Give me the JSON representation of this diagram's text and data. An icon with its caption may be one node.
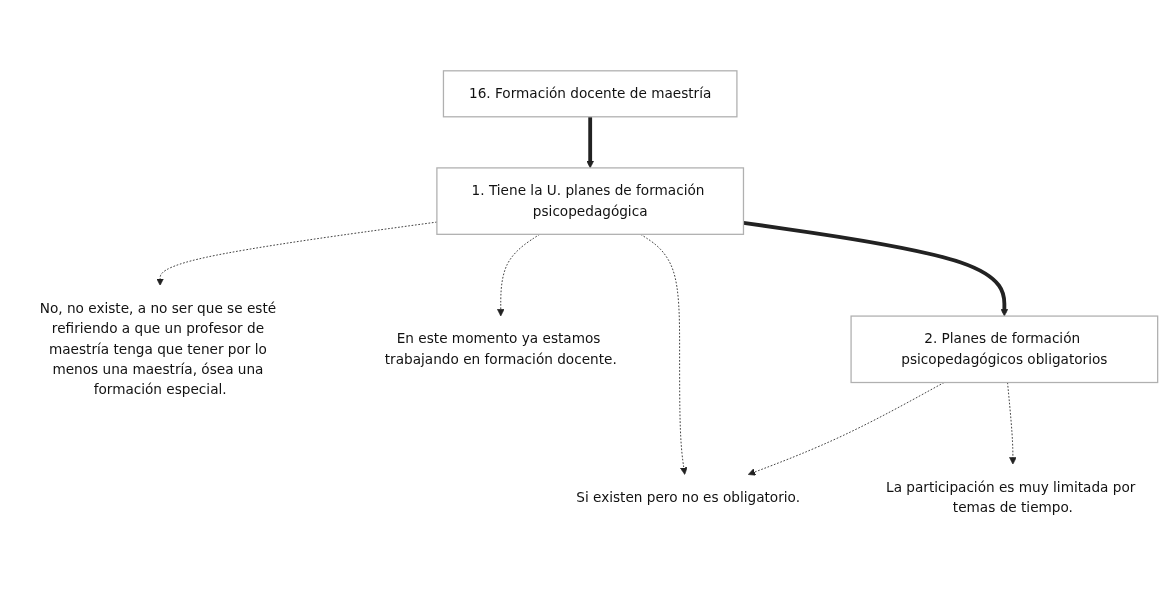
{
  "diagram": {
    "nodes": [
      {
        "text": [
          "16. Formación docente de maestría"
        ]
      },
      {
        "text": [
          "1. Tiene la U. planes de formación psicopedagógica"
        ]
      },
      {
        "text": [
          "No, no existe, a no ser que se esté refiriendo a que un profesor de maestría tenga que tener por lo menos una maestría, ósea una formación especial."
        ]
      },
      {
        "text": [
          "Si existen pero no es obligatorio."
        ]
      },
      {
        "text": [
          "En este momento ya estamos trabajando en formación docente."
        ]
      },
      {
        "text": [
          "2. Planes de formación psicopedagógicos obligatorios"
        ]
      },
      {
        "text": [
          "La participación es muy limitada por temas de tiempo."
        ]
      }
    ],
    "edges": [
      {
        "from": 0,
        "to": 1,
        "arrow": "to",
        "style": "thick"
      },
      {
        "from": 1,
        "to": 2,
        "arrow": "to",
        "style": "dashed"
      },
      {
        "from": 1,
        "to": 3,
        "arrow": "to",
        "style": "dashed"
      },
      {
        "from": 1,
        "to": 4,
        "arrow": "to",
        "style": "dashed"
      },
      {
        "from": 1,
        "to": 5,
        "arrow": "to",
        "style": "thick"
      },
      {
        "from": 5,
        "to": 3,
        "arrow": "to",
        "style": "dashed"
      },
      {
        "from": 5,
        "to": 6,
        "arrow": "to",
        "style": "dashed"
      }
    ]
  }
}
